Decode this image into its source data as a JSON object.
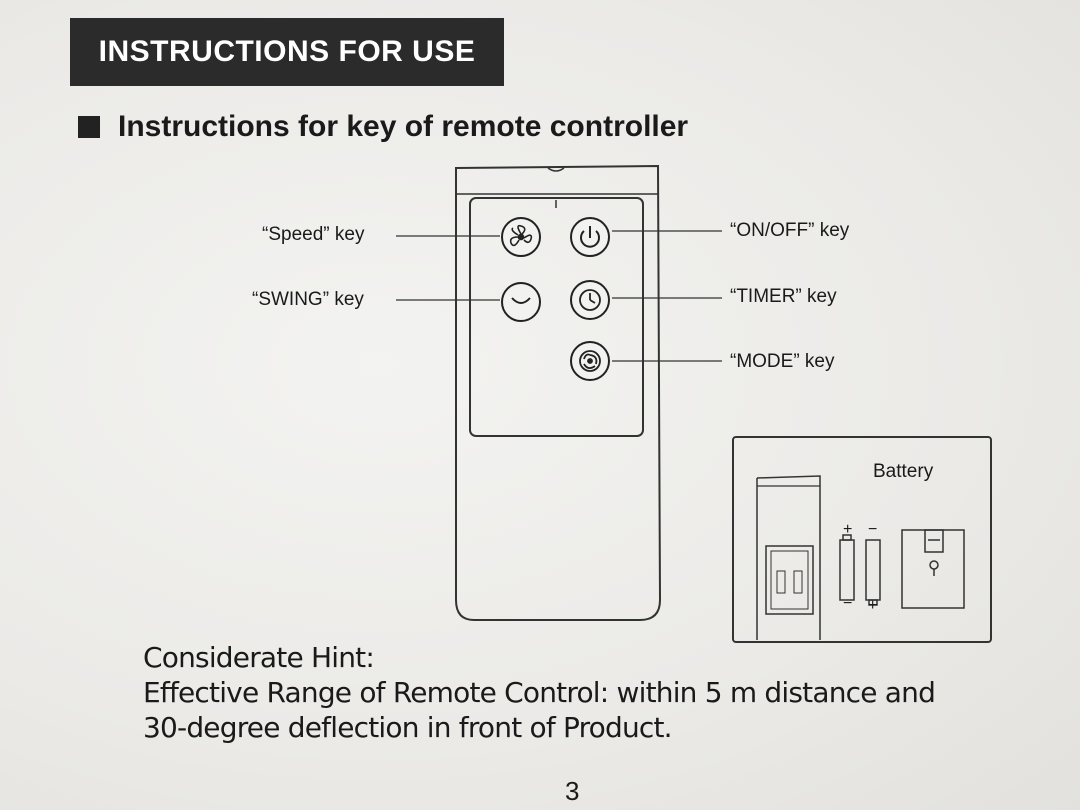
{
  "header": {
    "title": "INSTRUCTIONS FOR USE"
  },
  "section": {
    "title": "Instructions for key of remote controller"
  },
  "remote": {
    "keys": {
      "speed": "“Speed” key",
      "swing": "“SWING” key",
      "on_off": "“ON/OFF” key",
      "timer": "“TIMER” key",
      "mode": "“MODE” key"
    },
    "icons": [
      "fan-icon",
      "power-icon",
      "swing-icon",
      "timer-icon",
      "mode-icon"
    ]
  },
  "battery_diagram": {
    "label": "Battery",
    "plus": "+",
    "minus": "−"
  },
  "hint": {
    "heading": "Considerate Hint:",
    "line1": "Effective Range of Remote Control: within 5 m distance and",
    "line2": "30-degree deflection in front of Product."
  },
  "page_number": "3"
}
